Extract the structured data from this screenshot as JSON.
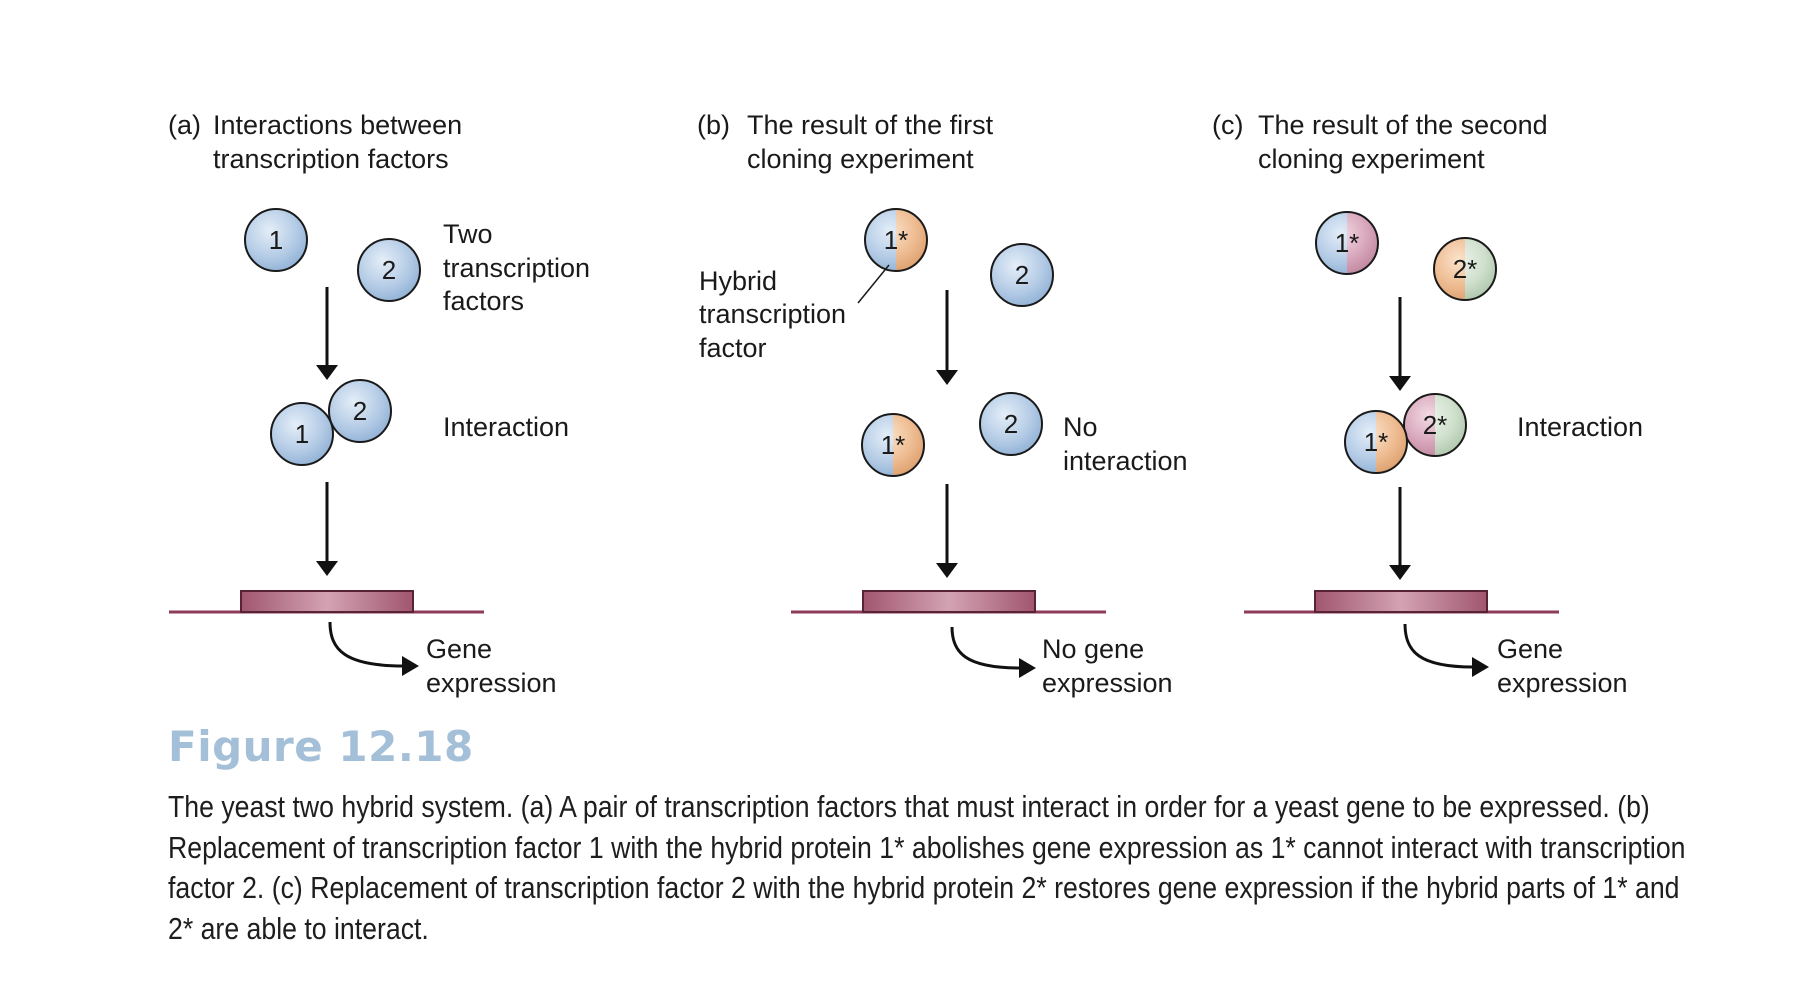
{
  "panels": [
    {
      "letter": "(a)",
      "title": [
        "Interactions between",
        "transcription factors"
      ],
      "factor_labels": [
        "1",
        "2"
      ],
      "factors_caption": [
        "Two",
        "transcription",
        "factors"
      ],
      "interaction_label": [
        "Interaction"
      ],
      "outcome": [
        "Gene",
        "expression"
      ]
    },
    {
      "letter": "(b)",
      "title": [
        "The result of the first",
        "cloning experiment"
      ],
      "factor_labels": [
        "1*",
        "2"
      ],
      "hybrid_caption": [
        "Hybrid",
        "transcription",
        "factor"
      ],
      "interaction_label": [
        "No",
        "interaction"
      ],
      "outcome": [
        "No gene",
        "expression"
      ]
    },
    {
      "letter": "(c)",
      "title": [
        "The result of the second",
        "cloning experiment"
      ],
      "factor_labels": [
        "1*",
        "2*"
      ],
      "interaction_label": [
        "Interaction"
      ],
      "outcome": [
        "Gene",
        "expression"
      ]
    }
  ],
  "figure": {
    "title": "Figure 12.18",
    "caption": "The yeast two hybrid system. (a) A pair of transcription factors that must interact in order for a yeast gene to be expressed. (b) Replacement of transcription factor 1 with the hybrid protein 1* abolishes gene expression as 1* cannot interact with transcription factor 2. (c) Replacement of transcription factor 2 with the hybrid protein 2* restores gene expression if the hybrid parts of 1* and 2* are able to interact."
  },
  "colors": {
    "factor_blue": "#a9c3e0",
    "hybrid_orange": "#e8b487",
    "hybrid_pink": "#cf9cb1",
    "hybrid_green": "#c7d9c5",
    "gene_box": "#9c4e67",
    "dna_line": "#8e3a59",
    "figure_title": "#a4bfd8"
  }
}
